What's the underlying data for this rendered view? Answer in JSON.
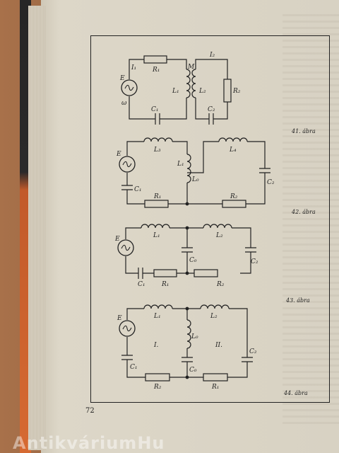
{
  "page_number": "72",
  "watermark": "AntikváriumHu",
  "figures": [
    {
      "caption": "41. ábra",
      "labels": {
        "E": "E",
        "I1": "I₁",
        "R1": "R₁",
        "M": "M",
        "I2": "I₂",
        "L1": "L₁",
        "L2": "L₂",
        "R2": "R₂",
        "omega": "ω",
        "C1": "C₁",
        "C2": "C₂"
      }
    },
    {
      "caption": "42. ábra",
      "labels": {
        "E": "E",
        "L3": "L₃",
        "L4": "L₄",
        "L1": "L₁",
        "L0": "L₀",
        "C1": "C₁",
        "C2": "C₂",
        "R1": "R₁",
        "R2": "R₂"
      }
    },
    {
      "caption": "43. ábra",
      "labels": {
        "E": "E",
        "L1": "L₁",
        "L2": "L₂",
        "C0": "C₀",
        "C2": "C₂",
        "C1": "C₁",
        "R1": "R₁",
        "R2": "R₂"
      }
    },
    {
      "caption": "44. ábra",
      "labels": {
        "E": "E",
        "L1": "L₁",
        "L2": "L₂",
        "L0": "L₀",
        "I": "I.",
        "II": "II.",
        "C1": "C₁",
        "C0": "C₀",
        "C2": "C₂",
        "R1": "R₁",
        "R2": "R₂"
      }
    }
  ]
}
